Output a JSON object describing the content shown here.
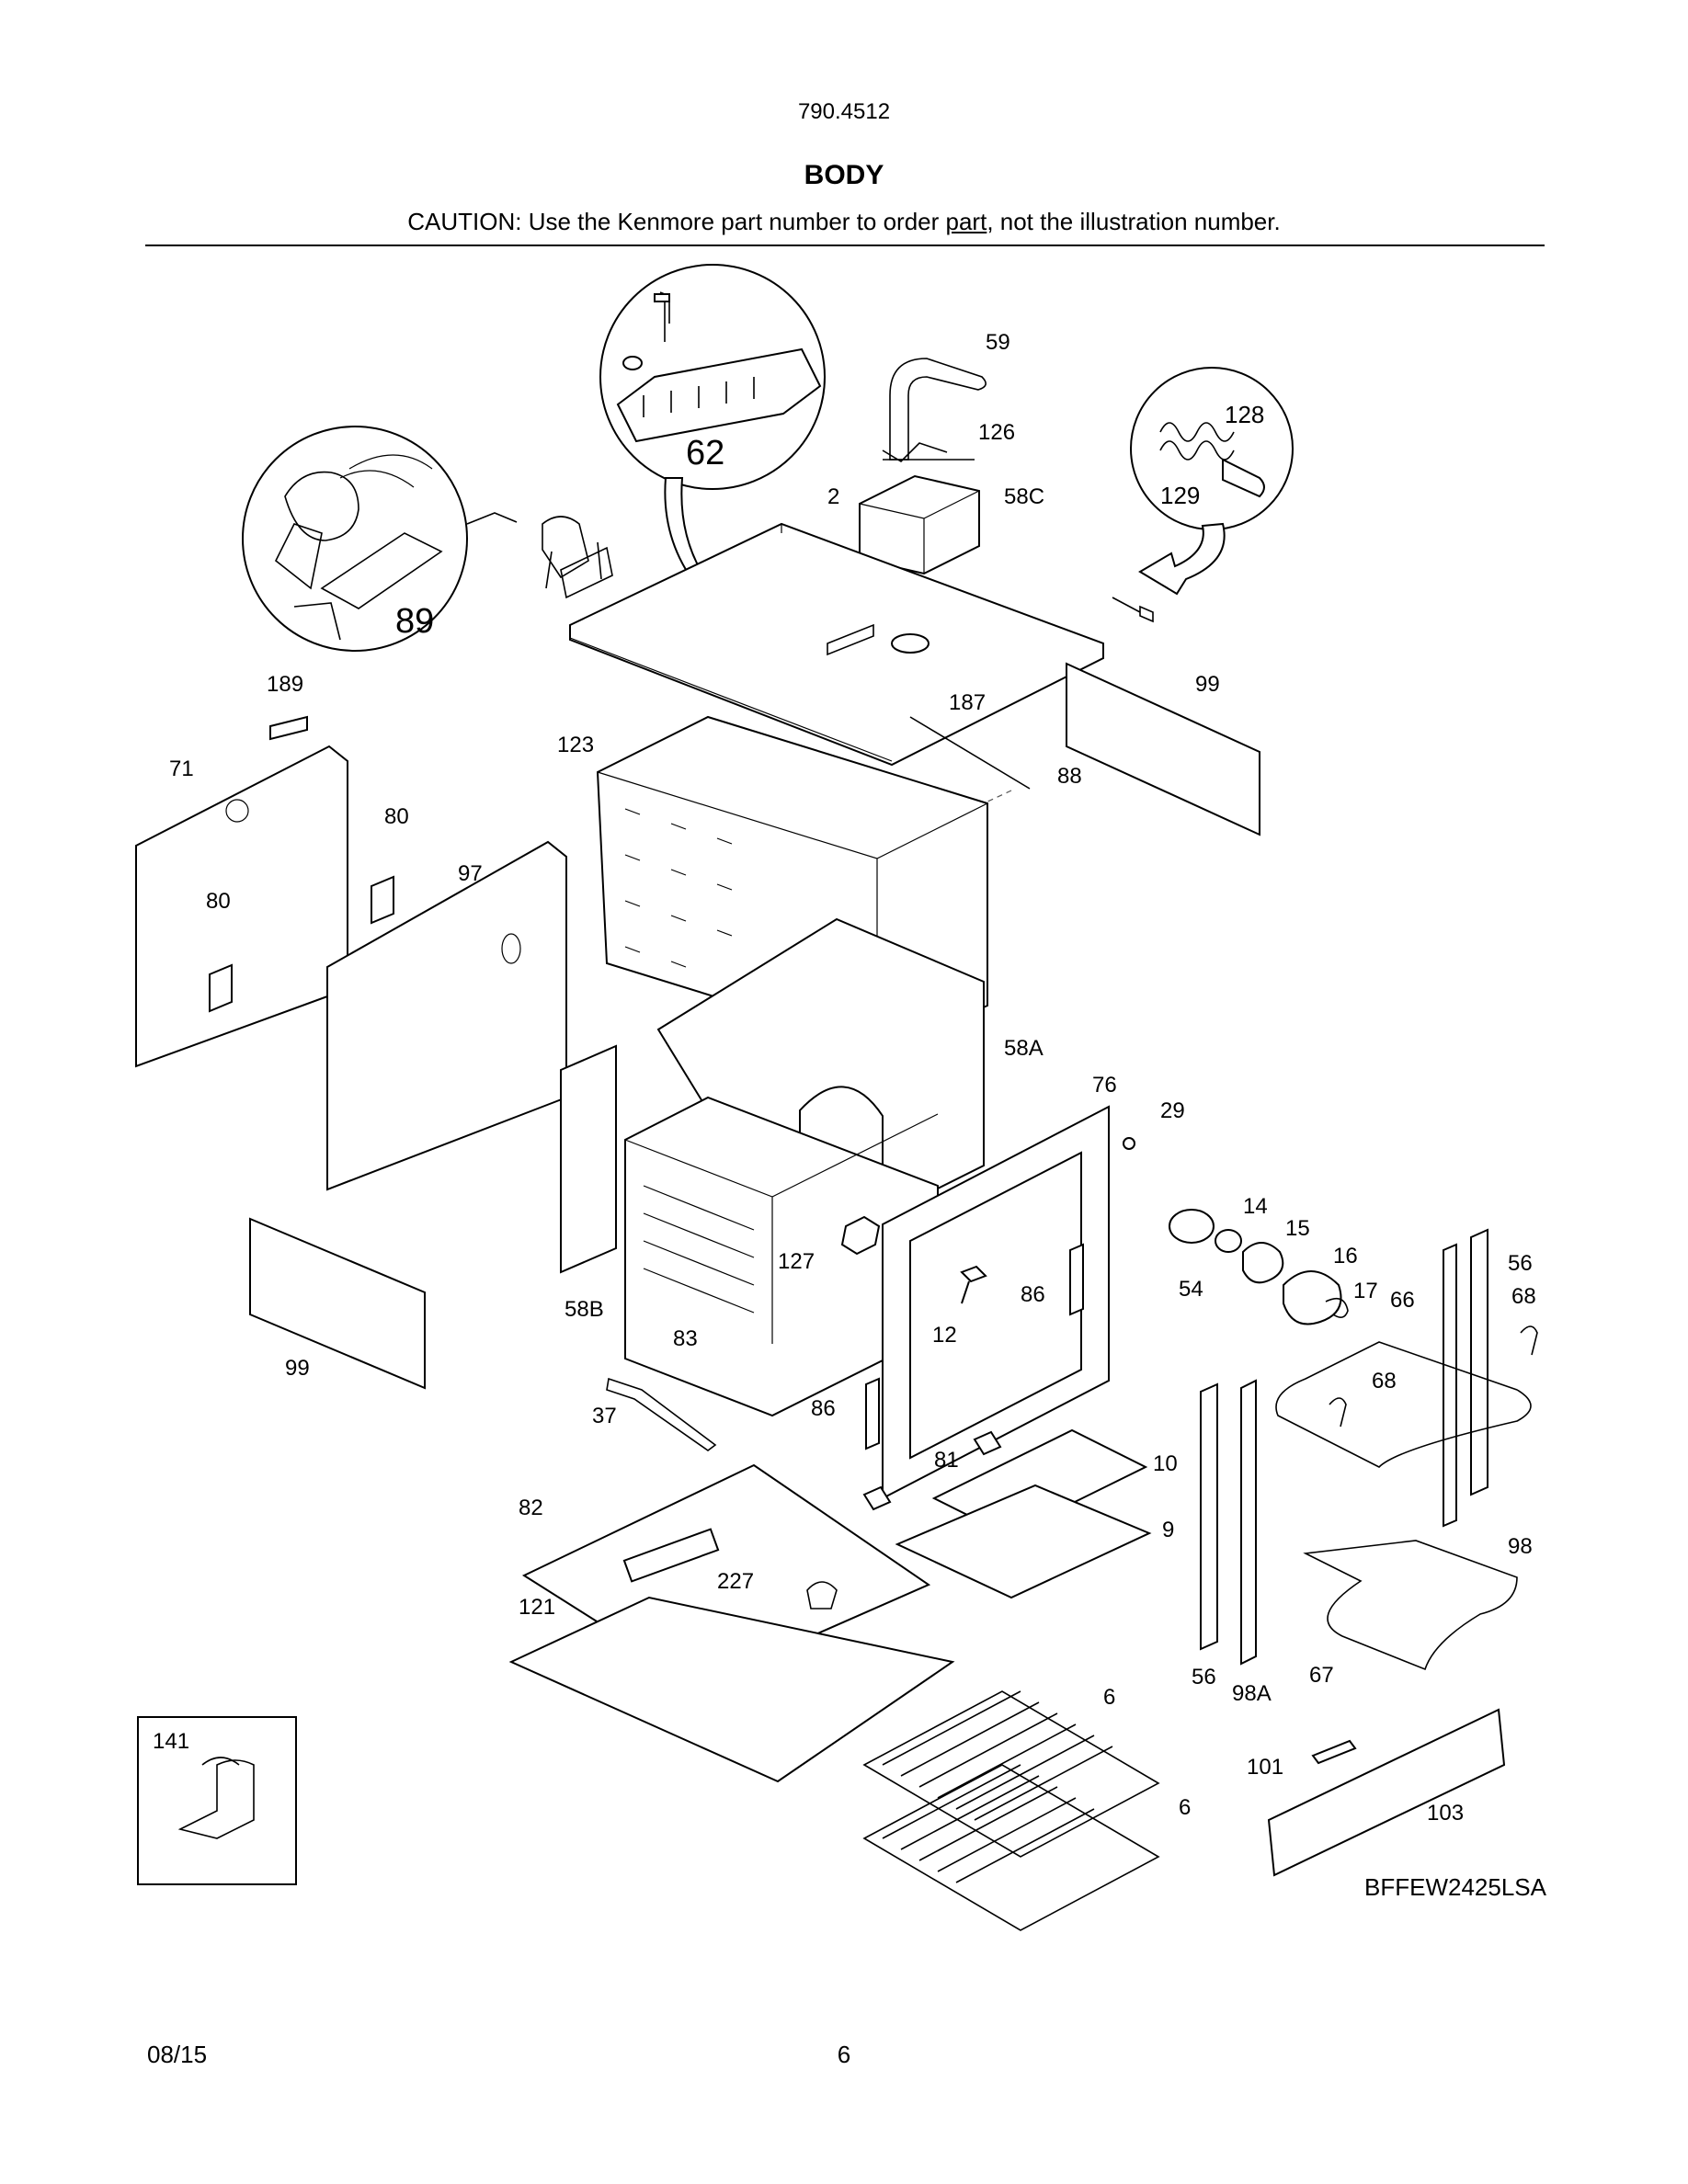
{
  "header": {
    "model_number": "790.4512",
    "section_title": "BODY",
    "caution_prefix": "CAUTION: Use the Kenmore part number to order ",
    "caution_link": "part",
    "caution_suffix": ", not the illustration number."
  },
  "diagram": {
    "drawing_code": "BFFEW2425LSA",
    "callouts": {
      "c59": "59",
      "c126": "126",
      "c58C": "58C",
      "c2": "2",
      "c128": "128",
      "c129": "129",
      "c62": "62",
      "c89": "89",
      "c189": "189",
      "c71": "71",
      "c80a": "80",
      "c80b": "80",
      "c97": "97",
      "c123": "123",
      "c187": "187",
      "c88": "88",
      "c99a": "99",
      "c99b": "99",
      "c58A": "58A",
      "c58B": "58B",
      "c83": "83",
      "c127": "127",
      "c76": "76",
      "c29": "29",
      "c14": "14",
      "c15": "15",
      "c16": "16",
      "c17": "17",
      "c54": "54",
      "c12": "12",
      "c86a": "86",
      "c86b": "86",
      "c56a": "56",
      "c56b": "56",
      "c68a": "68",
      "c68b": "68",
      "c66": "66",
      "c98": "98",
      "c98A": "98A",
      "c67": "67",
      "c37": "37",
      "c81": "81",
      "c10": "10",
      "c9": "9",
      "c82": "82",
      "c227": "227",
      "c121": "121",
      "c6a": "6",
      "c6b": "6",
      "c101": "101",
      "c103": "103",
      "c141": "141"
    }
  },
  "footer": {
    "date": "08/15",
    "page_number": "6"
  }
}
